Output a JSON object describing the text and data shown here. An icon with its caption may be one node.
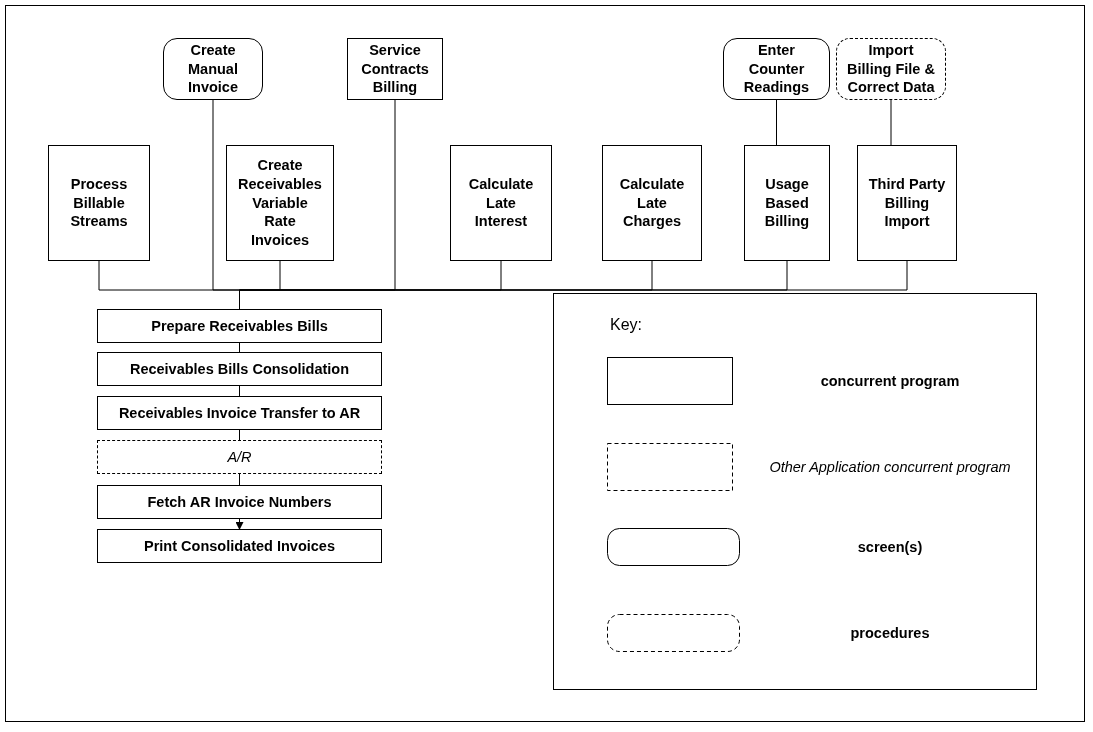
{
  "diagram": {
    "nodes": [
      {
        "text": [
          "Create **Manual** Invoice"
        ]
      },
      {
        "text": [
          "Service Contracts Billing"
        ]
      },
      {
        "text": [
          "Enter Counter Readings"
        ]
      },
      {
        "text": [
          "Import Billing File & Correct Data"
        ]
      },
      {
        "text": [
          "Process Billable Streams"
        ]
      },
      {
        "text": [
          "Create Receivables Variable Rate Invoices"
        ]
      },
      {
        "text": [
          "Calculate Late Interest"
        ]
      },
      {
        "text": [
          "Calculate Late Charges"
        ]
      },
      {
        "text": [
          "Usage Based Billing"
        ]
      },
      {
        "text": [
          "Third Party Billing Import"
        ]
      },
      {
        "text": [
          "Prepare Receivables Bills"
        ]
      },
      {
        "text": [
          "Receivables Bills Consolidation"
        ]
      },
      {
        "text": [
          "Receivables Invoice Transfer to AR"
        ]
      },
      {
        "text": [
          "A/R"
        ]
      },
      {
        "text": [
          "Fetch AR Invoice Numbers"
        ]
      },
      {
        "text": [
          "Print Consolidated Invoices"
        ]
      }
    ],
    "edges": [
      {
        "from": 2,
        "to": 8,
        "arrow": "none"
      },
      {
        "from": 3,
        "to": 9,
        "arrow": "none"
      },
      {
        "from": 4,
        "to": 10,
        "arrow": "none"
      },
      {
        "from": 0,
        "to": 10,
        "arrow": "none"
      },
      {
        "from": 5,
        "to": 10,
        "arrow": "none"
      },
      {
        "from": 1,
        "to": 10,
        "arrow": "none"
      },
      {
        "from": 6,
        "to": 10,
        "arrow": "none"
      },
      {
        "from": 7,
        "to": 10,
        "arrow": "none"
      },
      {
        "from": 8,
        "to": 10,
        "arrow": "none"
      },
      {
        "from": 9,
        "to": 10,
        "arrow": "none"
      },
      {
        "from": 10,
        "to": 11,
        "arrow": "none"
      },
      {
        "from": 11,
        "to": 12,
        "arrow": "none"
      },
      {
        "from": 12,
        "to": 13,
        "arrow": "none"
      },
      {
        "from": 13,
        "to": 14,
        "arrow": "none"
      },
      {
        "from": 14,
        "to": 15,
        "arrow": "to"
      }
    ],
    "labels": [
      "Key:"
    ],
    "legend": [
      {
        "text": "concurrent program"
      },
      {
        "text": "Other Application concurrent program"
      },
      {
        "text": "screen(s)"
      },
      {
        "text": "procedures"
      }
    ]
  }
}
